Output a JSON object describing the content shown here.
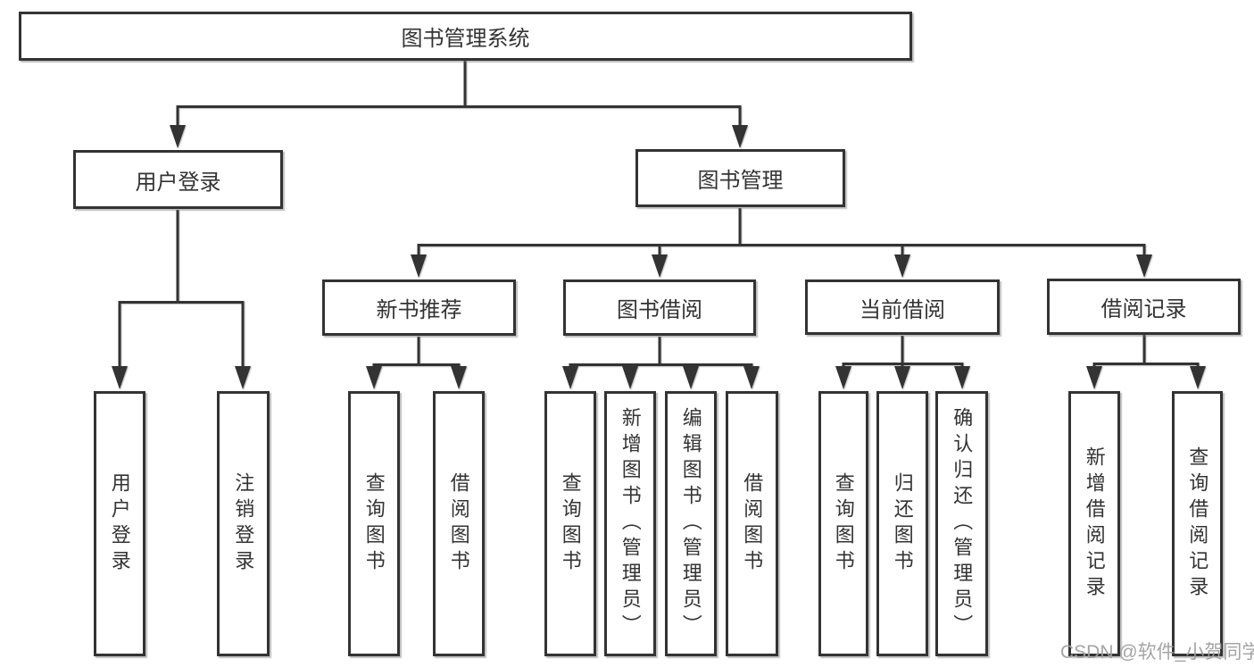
{
  "colors": {
    "line": "#333333",
    "text": "#333333",
    "box_background": "#ffffff",
    "watermark": "#a0a0a0"
  },
  "watermark": {
    "text": "CSDN @软件_小贺同学"
  },
  "tree": {
    "root": {
      "label": "图书管理系统"
    },
    "children": [
      {
        "label": "用户登录",
        "children": [
          {
            "label": "用户登录"
          },
          {
            "label": "注销登录"
          }
        ]
      },
      {
        "label": "图书管理",
        "children": [
          {
            "label": "新书推荐",
            "children": [
              {
                "label": "查询图书"
              },
              {
                "label": "借阅图书"
              }
            ]
          },
          {
            "label": "图书借阅",
            "children": [
              {
                "label": "查询图书"
              },
              {
                "label": "新增图书（管理员）"
              },
              {
                "label": "编辑图书（管理员）"
              },
              {
                "label": "借阅图书"
              }
            ]
          },
          {
            "label": "当前借阅",
            "children": [
              {
                "label": "查询图书"
              },
              {
                "label": "归还图书"
              },
              {
                "label": "确认归还（管理员）"
              }
            ]
          },
          {
            "label": "借阅记录",
            "children": [
              {
                "label": "新增借阅记录"
              },
              {
                "label": "查询借阅记录"
              }
            ]
          }
        ]
      }
    ]
  }
}
